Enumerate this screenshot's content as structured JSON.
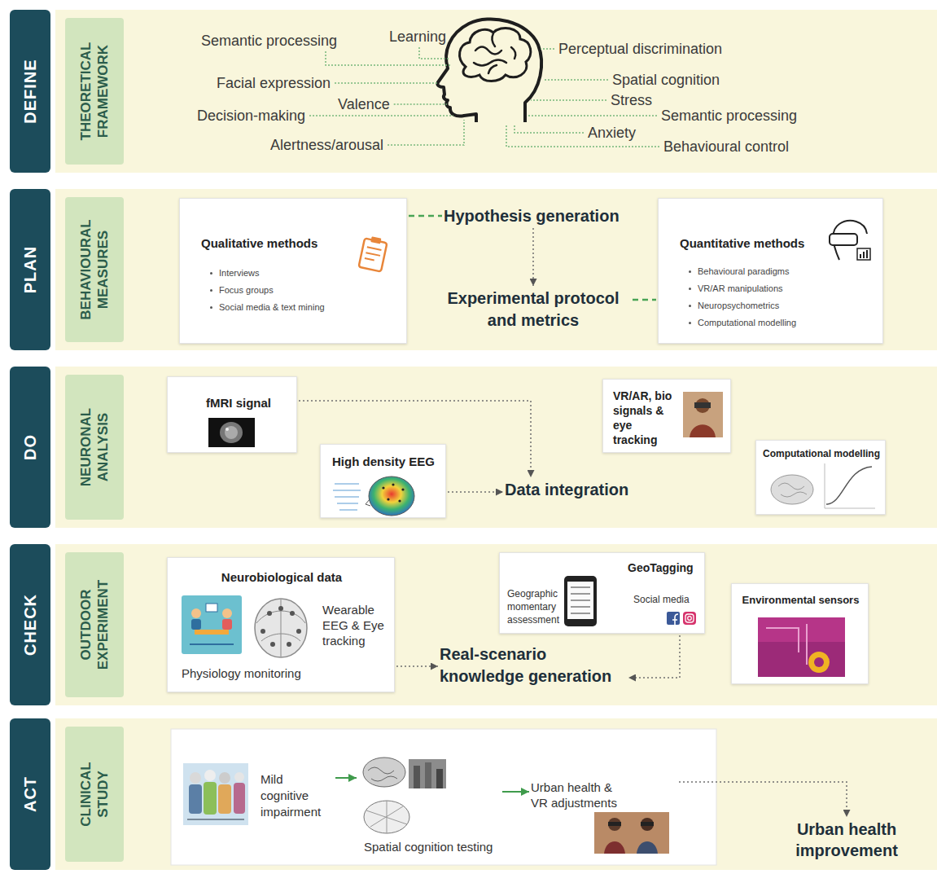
{
  "diagram": {
    "nodes": [
      {
        "text": [
          "DEFINE"
        ]
      },
      {
        "text": [
          "THEORETICAL FRAMEWORK"
        ]
      },
      {
        "text": [
          "PLAN"
        ]
      },
      {
        "text": [
          "BEHAVIOURAL MEASURES"
        ]
      },
      {
        "text": [
          "Qualitative methods",
          "Interviews",
          "Focus groups",
          "Social media & text mining"
        ],
        "in": 3
      },
      {
        "text": [
          "Hypothesis generation"
        ],
        "in": 3
      },
      {
        "text": [
          "Experimental protocol and metrics"
        ],
        "in": 3
      },
      {
        "text": [
          "Quantitative methods",
          "Behavioural paradigms",
          "VR/AR manipulations",
          "Neuropsychometrics",
          "Computational modelling"
        ],
        "in": 3
      },
      {
        "text": [
          "DO"
        ]
      },
      {
        "text": [
          "NEURONAL ANALYSIS"
        ]
      },
      {
        "text": [
          "fMRI signal"
        ],
        "in": 9
      },
      {
        "text": [
          "High density EEG"
        ],
        "in": 9
      },
      {
        "text": [
          "VR/AR, bio signals & eye tracking"
        ],
        "in": 9
      },
      {
        "text": [
          "Computational modelling"
        ],
        "in": 9
      },
      {
        "text": [
          "Data integration"
        ],
        "in": 9
      },
      {
        "text": [
          "CHECK"
        ]
      },
      {
        "text": [
          "OUTDOOR EXPERIMENT"
        ]
      },
      {
        "text": [
          "Neurobiological data",
          "Wearable EEG & Eye tracking",
          "Physiology monitoring"
        ],
        "in": 16
      },
      {
        "text": [
          "GeoTagging",
          "Geographic momentary assessment",
          "Social media"
        ],
        "in": 16
      },
      {
        "text": [
          "Environmental sensors"
        ],
        "in": 16
      },
      {
        "text": [
          "Real-scenario knowledge generation"
        ],
        "in": 16
      },
      {
        "text": [
          "ACT"
        ]
      },
      {
        "text": [
          "CLINICAL STUDY"
        ]
      },
      {
        "text": [
          "Mild cognitive impairment"
        ],
        "in": 22
      },
      {
        "text": [
          "Spatial cognition testing"
        ],
        "in": 22
      },
      {
        "text": [
          "Urban health & VR adjustments"
        ],
        "in": 22
      },
      {
        "text": [
          "Urban health improvement"
        ],
        "in": 22
      }
    ],
    "edges": [
      {
        "from": 4,
        "to": 5,
        "arrow": "none"
      },
      {
        "from": 5,
        "to": 6,
        "arrow": "to"
      },
      {
        "from": 6,
        "to": 7,
        "arrow": "none"
      },
      {
        "from": 10,
        "to": 14,
        "arrow": "to"
      },
      {
        "from": 11,
        "to": 14,
        "arrow": "to"
      },
      {
        "from": 17,
        "to": 20,
        "arrow": "to"
      },
      {
        "from": 18,
        "to": 20,
        "arrow": "to"
      },
      {
        "from": 23,
        "to": 24,
        "arrow": "to"
      },
      {
        "from": 24,
        "to": 25,
        "arrow": "to"
      },
      {
        "from": 25,
        "to": 26,
        "arrow": "to"
      }
    ],
    "labels": [
      "Semantic processing",
      "Learning",
      "Perceptual discrimination",
      "Facial expression",
      "Spatial cognition",
      "Valence",
      "Stress",
      "Decision-making",
      "Semantic processing",
      "Anxiety",
      "Alertness/arousal",
      "Behavioural control"
    ]
  }
}
